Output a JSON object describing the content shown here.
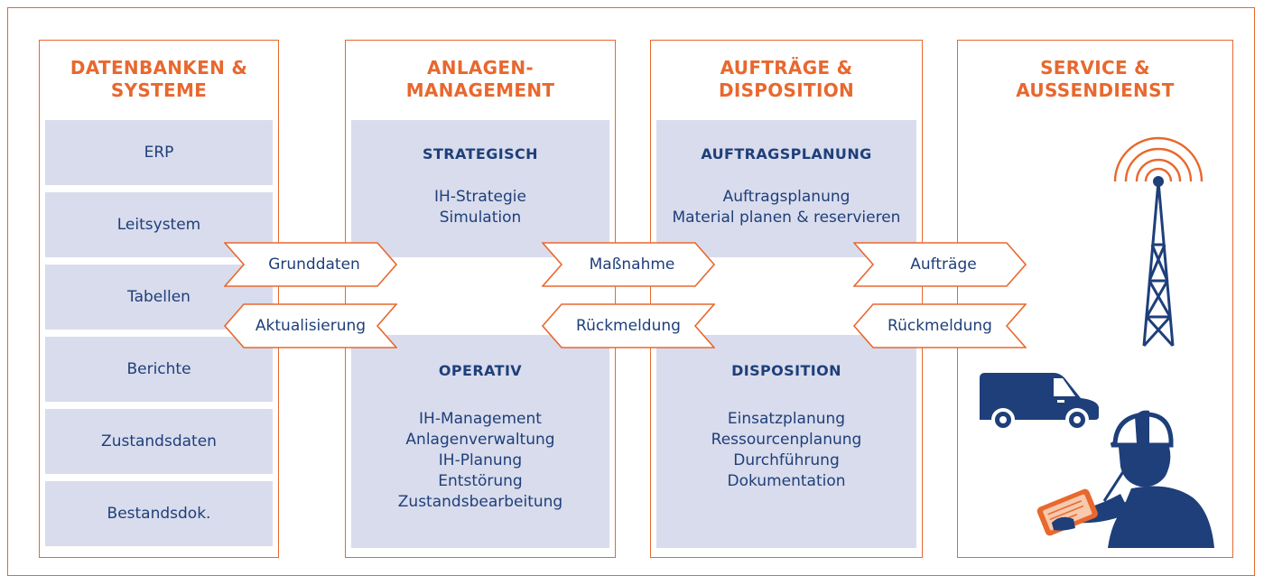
{
  "columns": [
    {
      "title_lines": [
        "DATENBANKEN &",
        "SYSTEME"
      ],
      "items": [
        "ERP",
        "Leitsystem",
        "Tabellen",
        "Berichte",
        "Zustandsdaten",
        "Bestandsdok."
      ]
    },
    {
      "title_lines": [
        "ANLAGEN-",
        "MANAGEMENT"
      ],
      "panels": [
        {
          "heading": "STRATEGISCH",
          "lines": [
            "IH-Strategie",
            "Simulation"
          ]
        },
        {
          "heading": "OPERATIV",
          "lines": [
            "IH-Management",
            "Anlagenverwaltung",
            "IH-Planung",
            "Entstörung",
            "Zustandsbearbeitung"
          ]
        }
      ]
    },
    {
      "title_lines": [
        "AUFTRÄGE &",
        "DISPOSITION"
      ],
      "panels": [
        {
          "heading": "AUFTRAGSPLANUNG",
          "lines": [
            "Auftragsplanung",
            "Material planen & reservieren"
          ]
        },
        {
          "heading": "DISPOSITION",
          "lines": [
            "Einsatzplanung",
            "Ressourcenplanung",
            "Durchführung",
            "Dokumentation"
          ]
        }
      ]
    },
    {
      "title_lines": [
        "SERVICE &",
        "AUSSENDIENST"
      ]
    }
  ],
  "flows": [
    {
      "forward": "Grunddaten",
      "back": "Aktualisierung"
    },
    {
      "forward": "Maßnahme",
      "back": "Rückmeldung"
    },
    {
      "forward": "Aufträge",
      "back": "Rückmeldung"
    }
  ],
  "icons": [
    "antenna-tower-icon",
    "van-icon",
    "technician-with-tablet-icon"
  ],
  "colors": {
    "accent": "#e8682e",
    "navy": "#1e3f7a",
    "panel": "#d9dcec"
  }
}
